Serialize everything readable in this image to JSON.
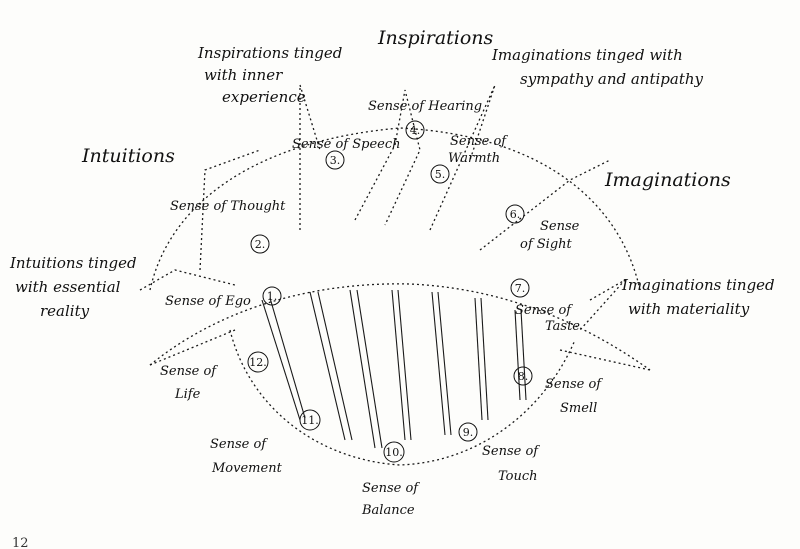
{
  "labels": {
    "inspirations": "Inspirations",
    "inspirations_inner": [
      "Inspirations tinged",
      "with inner",
      "experience"
    ],
    "imaginations_sympathy": [
      "Imaginations tinged with",
      "sympathy and antipathy"
    ],
    "intuitions": "Intuitions",
    "imaginations": "Imaginations",
    "intuitions_essential": [
      "Intuitions tinged",
      "with essential",
      "reality"
    ],
    "imaginations_materiality": [
      "Imaginations tinged",
      "with materiality"
    ]
  },
  "senses": [
    {
      "num": "1.",
      "label": [
        "Sense of Ego"
      ]
    },
    {
      "num": "2.",
      "label": [
        "Sense of Thought"
      ]
    },
    {
      "num": "3.",
      "label": [
        "Sense of Speech"
      ]
    },
    {
      "num": "4.",
      "label": [
        "Sense of Hearing"
      ]
    },
    {
      "num": "5.",
      "label": [
        "Sense of",
        "Warmth"
      ]
    },
    {
      "num": "6.",
      "label": [
        "Sense",
        "of Sight"
      ]
    },
    {
      "num": "7.",
      "label": [
        "Sense of",
        "Taste"
      ]
    },
    {
      "num": "8.",
      "label": [
        "Sense of",
        "Smell"
      ]
    },
    {
      "num": "9.",
      "label": [
        "Sense of",
        "Touch"
      ]
    },
    {
      "num": "10.",
      "label": [
        "Sense of",
        "Balance"
      ]
    },
    {
      "num": "11.",
      "label": [
        "Sense of",
        "Movement"
      ]
    },
    {
      "num": "12.",
      "label": [
        "Sense of",
        "Life"
      ]
    }
  ],
  "page_number": "12"
}
